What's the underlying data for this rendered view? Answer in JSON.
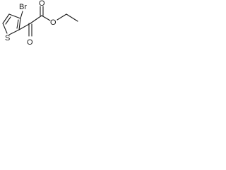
{
  "molecule": {
    "atoms": {
      "bromine": "Br",
      "sulfur": "S",
      "ketone_oxygen": "O",
      "carbonyl_oxygen": "O",
      "ester_oxygen": "O"
    }
  }
}
